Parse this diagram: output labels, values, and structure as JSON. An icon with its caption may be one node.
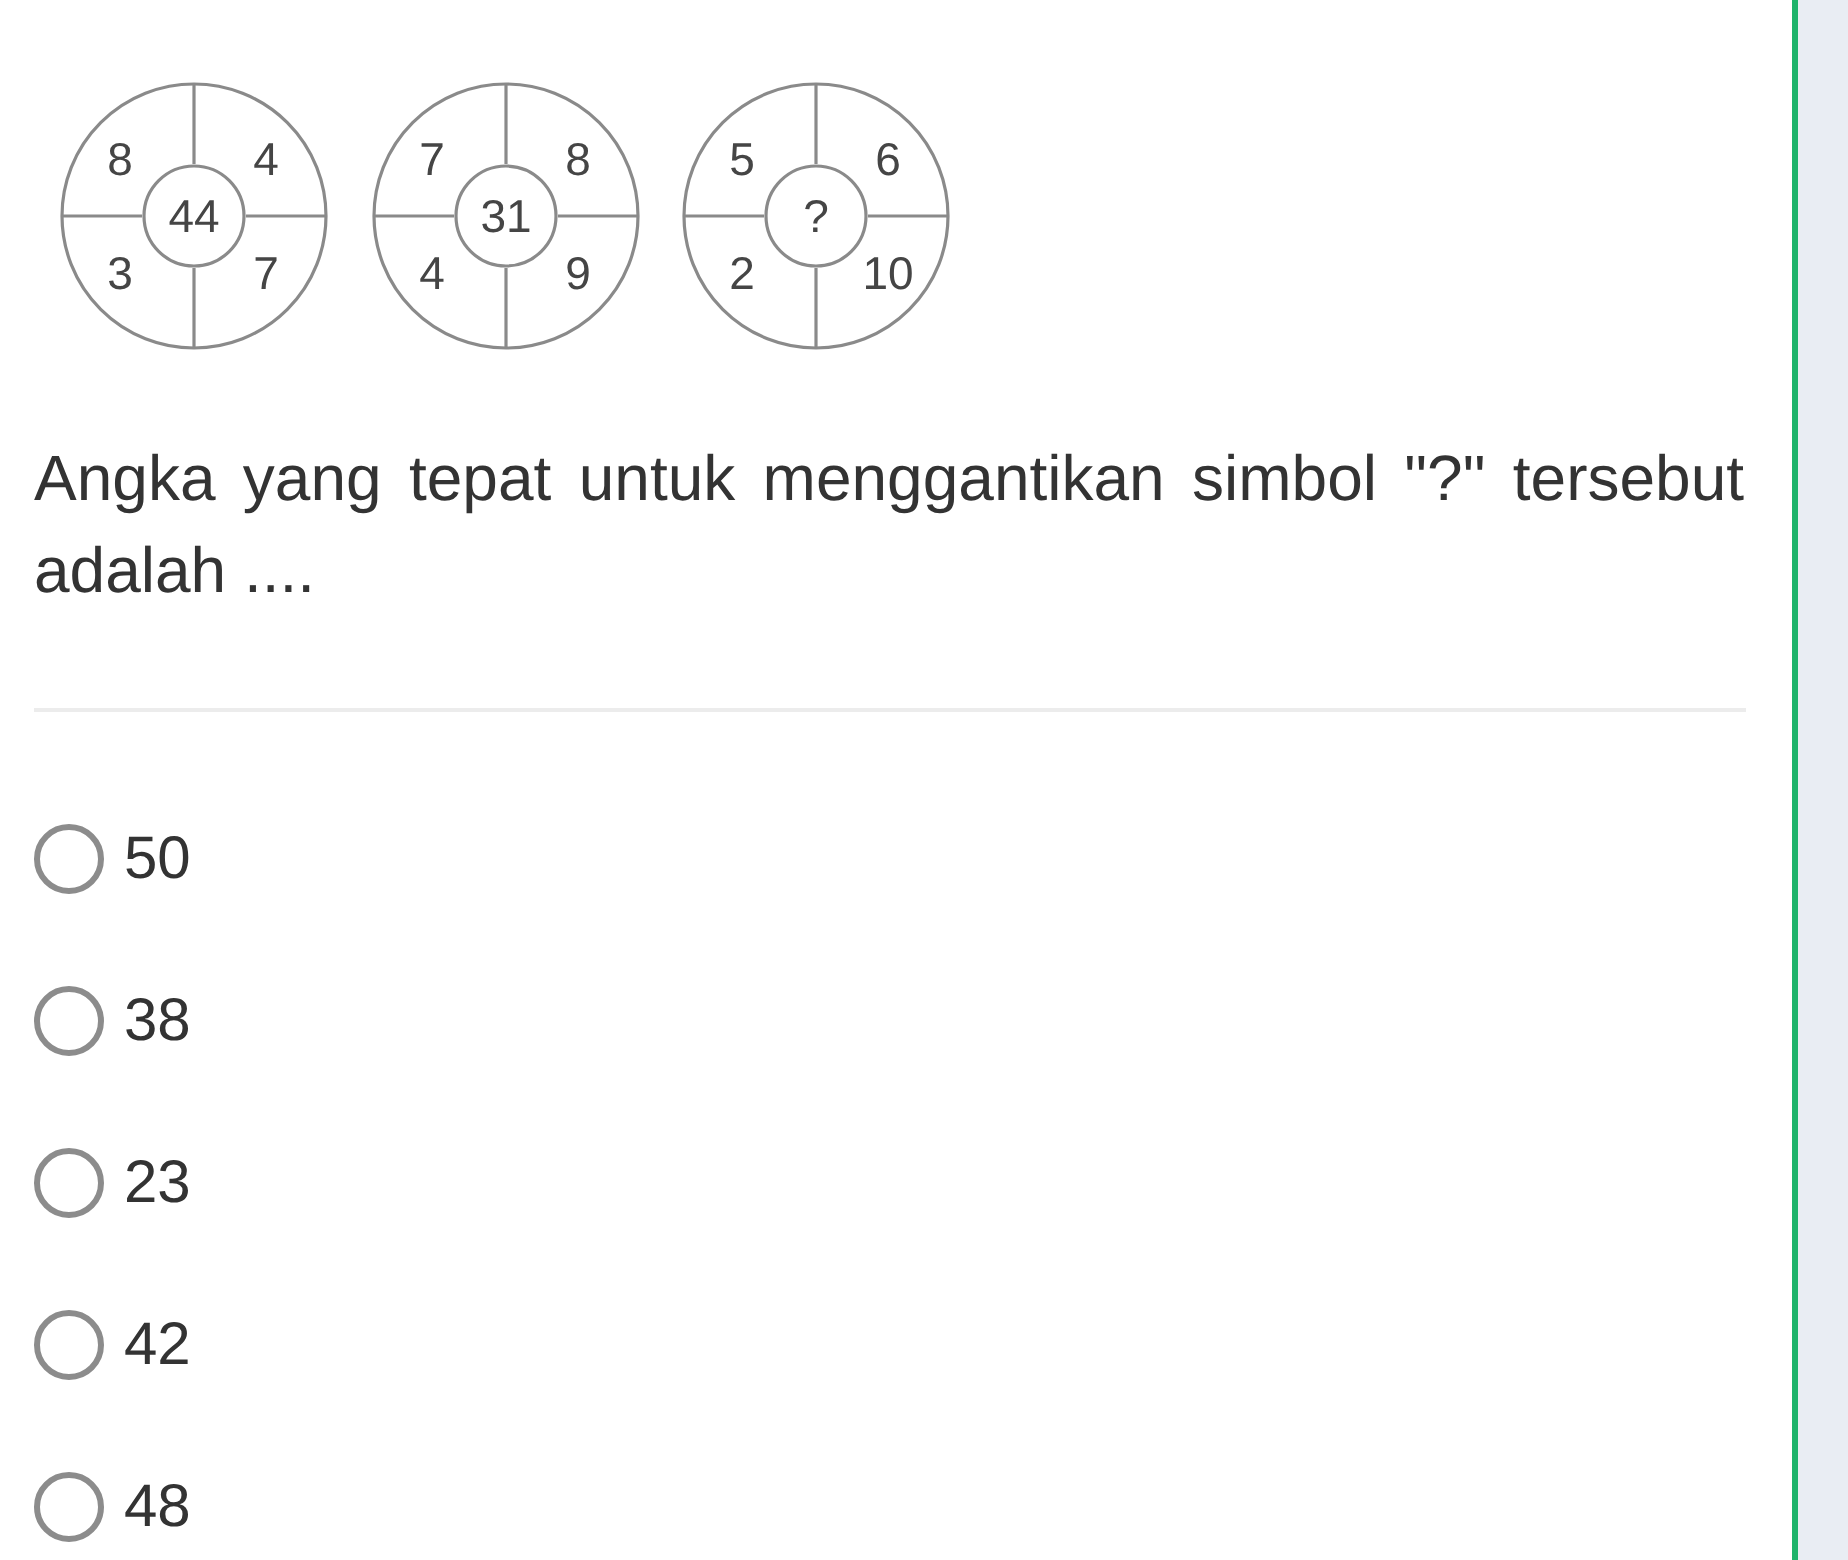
{
  "diagram": {
    "nodes": [
      {
        "text": [
          "8",
          "4",
          "3",
          "7"
        ]
      },
      {
        "text": [
          "44"
        ],
        "in": 0
      },
      {
        "text": [
          "7",
          "8",
          "4",
          "9"
        ]
      },
      {
        "text": [
          "31"
        ],
        "in": 2
      },
      {
        "text": [
          "5",
          "6",
          "2",
          "10"
        ]
      },
      {
        "text": [
          "?"
        ],
        "in": 4
      }
    ],
    "labels": [
      "Angka yang tepat untuk menggantikan simbol \"?\" tersebut adalah ....",
      "50",
      "38",
      "23",
      "42",
      "48"
    ]
  }
}
